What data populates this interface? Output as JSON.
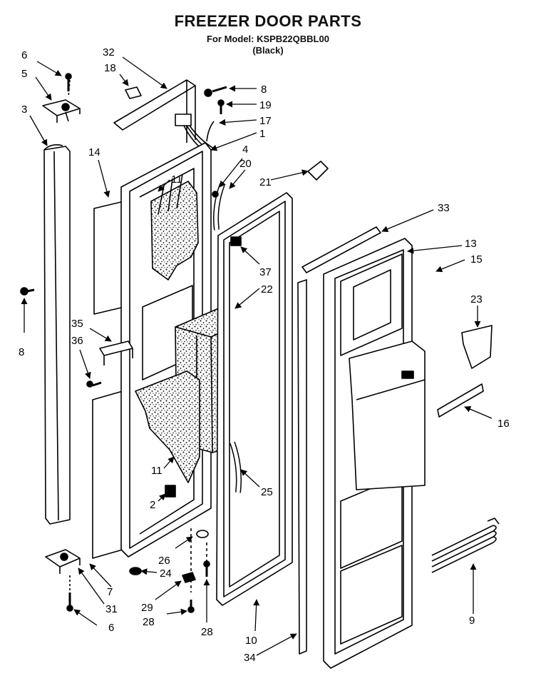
{
  "header": {
    "title": "FREEZER DOOR PARTS",
    "model": "For Model: KSPB22QBBL00",
    "color": "(Black)"
  },
  "callouts": [
    {
      "id": "c6a",
      "label": "6"
    },
    {
      "id": "c5",
      "label": "5"
    },
    {
      "id": "c3",
      "label": "3"
    },
    {
      "id": "c32",
      "label": "32"
    },
    {
      "id": "c18",
      "label": "18"
    },
    {
      "id": "c8a",
      "label": "8"
    },
    {
      "id": "c19",
      "label": "19"
    },
    {
      "id": "c17",
      "label": "17"
    },
    {
      "id": "c1",
      "label": "1"
    },
    {
      "id": "c14",
      "label": "14"
    },
    {
      "id": "c4",
      "label": "4"
    },
    {
      "id": "c20",
      "label": "20"
    },
    {
      "id": "c11a",
      "label": "11"
    },
    {
      "id": "c21",
      "label": "21"
    },
    {
      "id": "c33",
      "label": "33"
    },
    {
      "id": "c13",
      "label": "13"
    },
    {
      "id": "c15",
      "label": "15"
    },
    {
      "id": "c37",
      "label": "37"
    },
    {
      "id": "c8b",
      "label": "8"
    },
    {
      "id": "c22",
      "label": "22"
    },
    {
      "id": "c23",
      "label": "23"
    },
    {
      "id": "c35",
      "label": "35"
    },
    {
      "id": "c36",
      "label": "36"
    },
    {
      "id": "c16",
      "label": "16"
    },
    {
      "id": "c11b",
      "label": "11"
    },
    {
      "id": "c2",
      "label": "2"
    },
    {
      "id": "c25",
      "label": "25"
    },
    {
      "id": "c26",
      "label": "26"
    },
    {
      "id": "c24",
      "label": "24"
    },
    {
      "id": "c7",
      "label": "7"
    },
    {
      "id": "c31",
      "label": "31"
    },
    {
      "id": "c6b",
      "label": "6"
    },
    {
      "id": "c29",
      "label": "29"
    },
    {
      "id": "c28a",
      "label": "28"
    },
    {
      "id": "c28b",
      "label": "28"
    },
    {
      "id": "c10",
      "label": "10"
    },
    {
      "id": "c34",
      "label": "34"
    },
    {
      "id": "c9",
      "label": "9"
    }
  ]
}
